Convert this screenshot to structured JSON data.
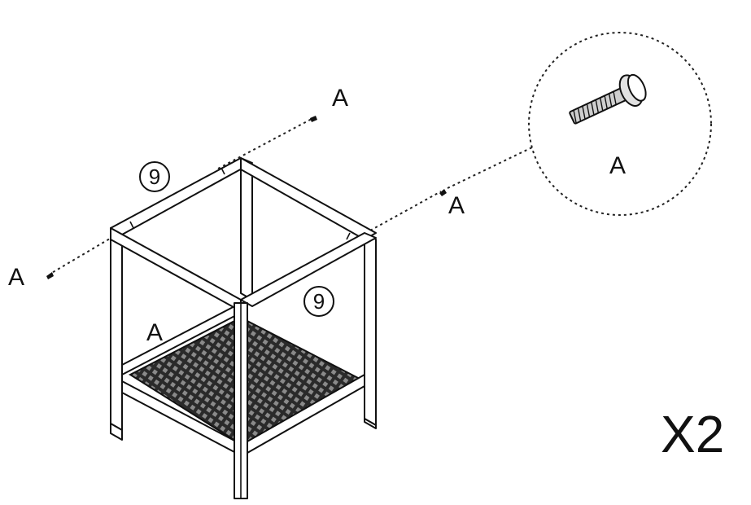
{
  "diagram": {
    "screw_label": "A",
    "fastener_labels": [
      "A",
      "A",
      "A",
      "A"
    ],
    "part_number_labels": [
      "9",
      "9"
    ],
    "quantity": "X2"
  }
}
